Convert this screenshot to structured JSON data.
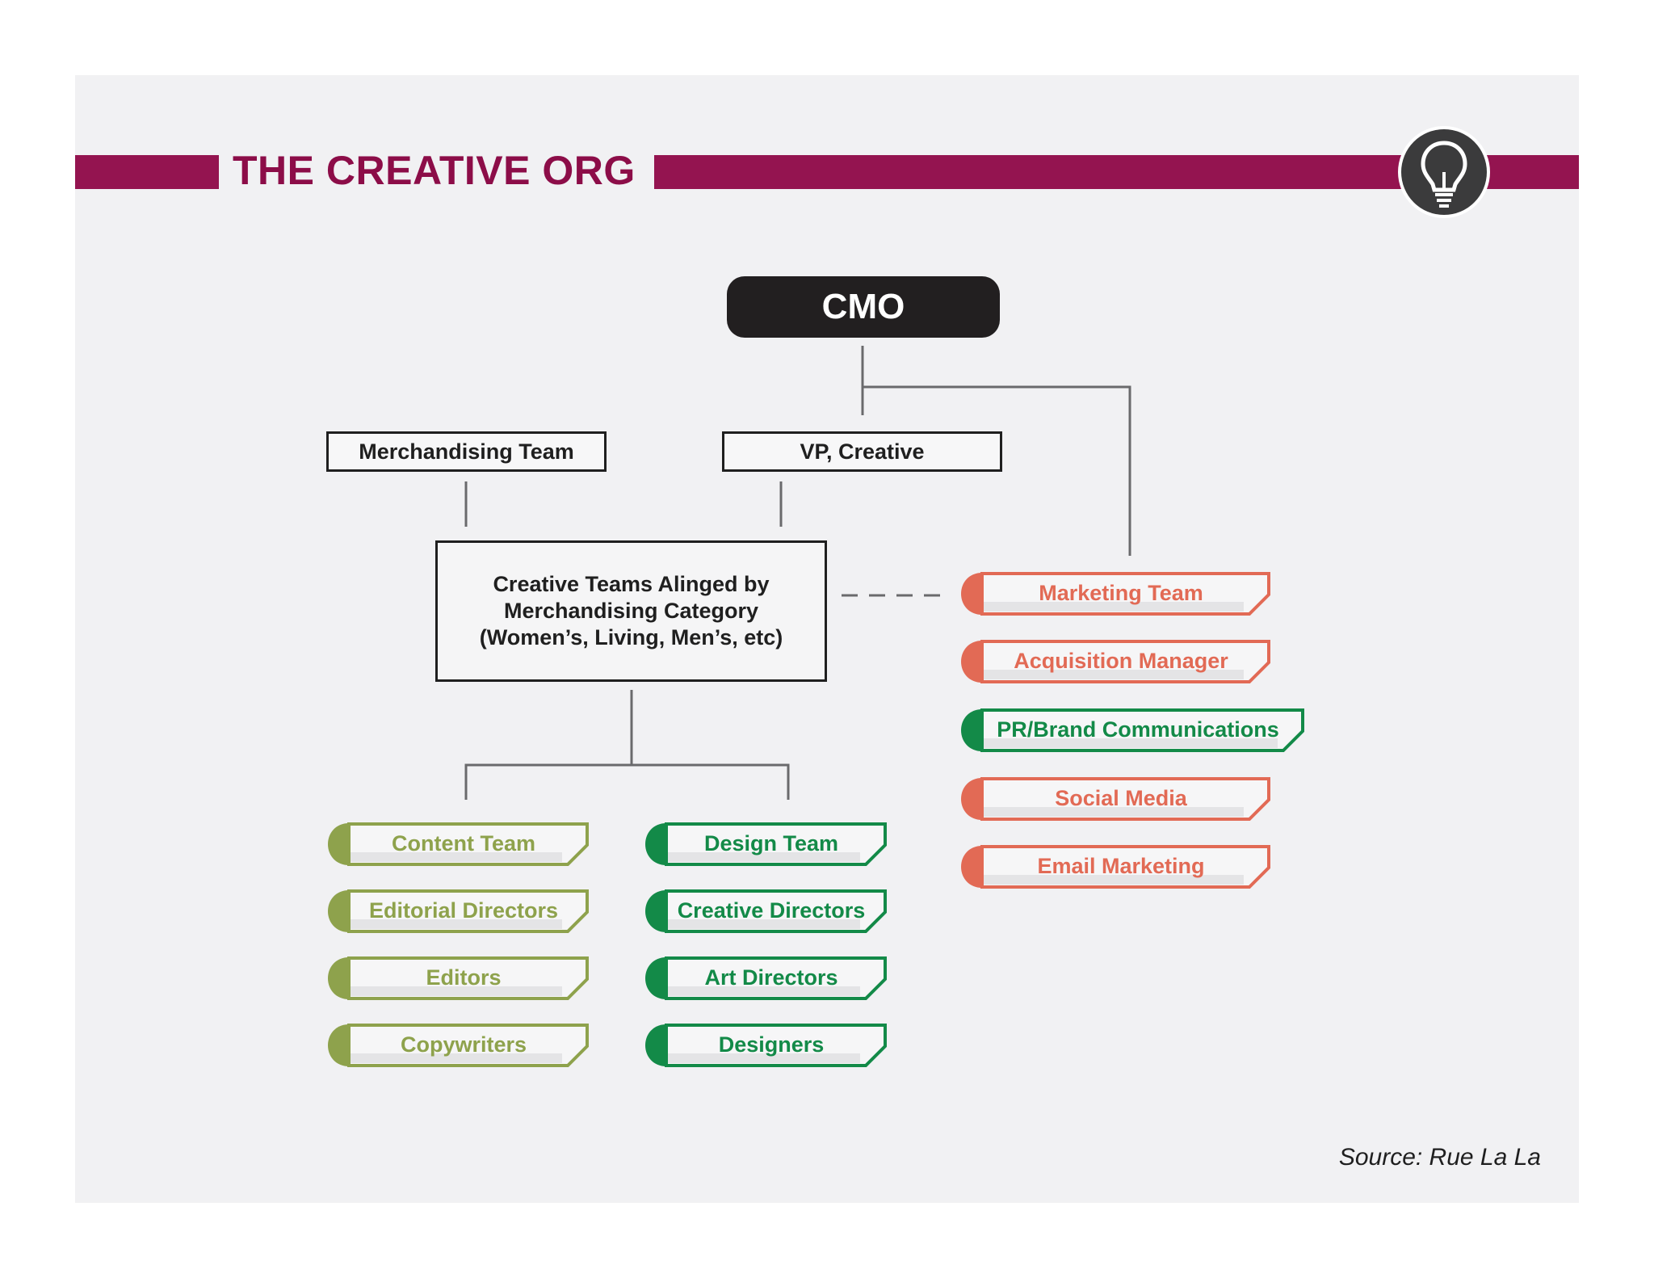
{
  "header": {
    "title": "THE CREATIVE ORG",
    "icon": "lightbulb-icon",
    "bar_color": "#941450"
  },
  "nodes": {
    "cmo": "CMO",
    "merchandising_team": "Merchandising Team",
    "vp_creative": "VP, Creative",
    "creative_teams": [
      "Creative Teams Alinged by",
      "Merchandising Category",
      "(Women’s, Living, Men’s, etc)"
    ]
  },
  "content_group": {
    "color": "#8ea24c",
    "items": [
      "Content Team",
      "Editorial Directors",
      "Editors",
      "Copywriters"
    ]
  },
  "design_group": {
    "color": "#138a48",
    "items": [
      "Design Team",
      "Creative Directors",
      "Art Directors",
      "Designers"
    ]
  },
  "marketing_group": {
    "items": [
      {
        "label": "Marketing Team",
        "color": "#e26a55"
      },
      {
        "label": "Acquisition Manager",
        "color": "#e26a55"
      },
      {
        "label": "PR/Brand Communications",
        "color": "#138a48"
      },
      {
        "label": "Social Media",
        "color": "#e26a55"
      },
      {
        "label": "Email Marketing",
        "color": "#e26a55"
      }
    ]
  },
  "footer": {
    "source": "Source: Rue La La"
  }
}
